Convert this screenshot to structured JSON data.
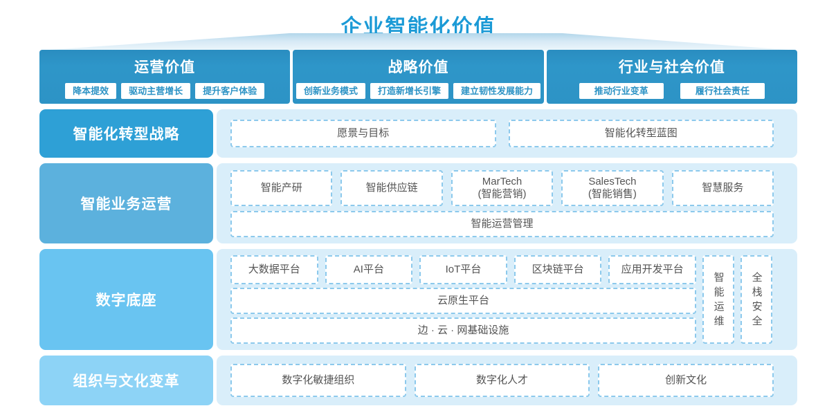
{
  "title": "企业智能化价值",
  "top_values": [
    {
      "heading": "运营价值",
      "chips": [
        "降本提效",
        "驱动主营增长",
        "提升客户体验"
      ]
    },
    {
      "heading": "战略价值",
      "chips": [
        "创新业务模式",
        "打造新增长引擎",
        "建立韧性发展能力"
      ]
    },
    {
      "heading": "行业与社会价值",
      "chips": [
        "推动行业变革",
        "履行社会责任"
      ]
    }
  ],
  "strategy": {
    "label": "智能化转型战略",
    "items": [
      "愿景与目标",
      "智能化转型蓝图"
    ]
  },
  "operations": {
    "label": "智能业务运营",
    "item1": "智能产研",
    "item2": "智能供应链",
    "martech": [
      "MarTech",
      "(智能营销)"
    ],
    "salestech": [
      "SalesTech",
      "(智能销售)"
    ],
    "item5": "智慧服务",
    "management": "智能运营管理"
  },
  "foundation": {
    "label": "数字底座",
    "platforms": [
      "大数据平台",
      "AI平台",
      "IoT平台",
      "区块链平台",
      "应用开发平台"
    ],
    "cloud": "云原生平台",
    "infrastructure": "边 · 云 · 网基础设施",
    "pillars": [
      "智能运维",
      "全栈安全"
    ]
  },
  "culture": {
    "label": "组织与文化变革",
    "items": [
      "数字化敏捷组织",
      "数字化人才",
      "创新文化"
    ]
  },
  "colors": {
    "title_text": "#1b9ad6",
    "value_box": "#2d93c5",
    "chip_text": "#2d93c5",
    "label_strategy": "#2ea0d6",
    "label_operations": "#5cb1dd",
    "label_foundation": "#69c4f1",
    "label_culture": "#8dd3f6",
    "panel_bg": "#d9eefa",
    "dashed_border": "#8cc9ec",
    "item_text": "#545454",
    "funnel_top": "#b2d6ea",
    "funnel_bottom": "#ecf6fb"
  }
}
